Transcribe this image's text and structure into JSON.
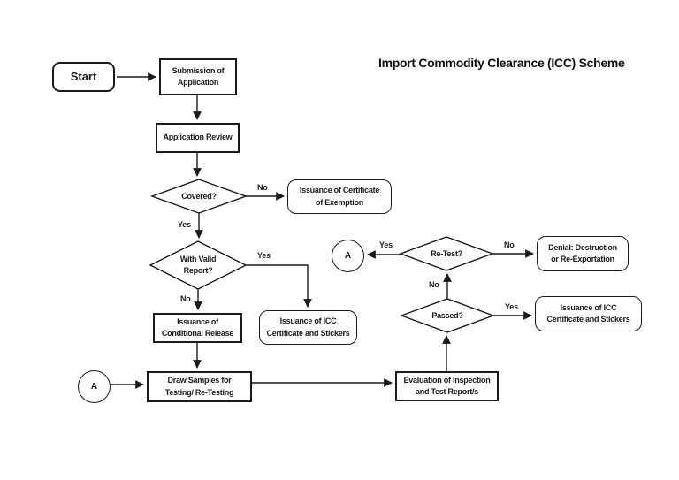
{
  "title": "Import Commodity Clearance (ICC) Scheme",
  "nodes": {
    "start": {
      "label": "Start"
    },
    "submission": {
      "line1": "Submission of",
      "line2": "Application"
    },
    "application_review": {
      "label": "Application Review"
    },
    "covered": {
      "label": "Covered?"
    },
    "exemption": {
      "line1": "Issuance of Certificate",
      "line2": "of Exemption"
    },
    "with_valid_report": {
      "line1": "With Valid",
      "line2": "Report?"
    },
    "icc_left": {
      "line1": "Issuance of ICC",
      "line2": "Certificate and Stickers"
    },
    "conditional_release": {
      "line1": "Issuance of",
      "line2": "Conditional Release"
    },
    "draw_samples": {
      "line1": "Draw Samples for",
      "line2": "Testing/ Re-Testing"
    },
    "evaluation": {
      "line1": "Evaluation of Inspection",
      "line2": "and Test Report/s"
    },
    "retest": {
      "label": "Re-Test?"
    },
    "passed": {
      "label": "Passed?"
    },
    "denial": {
      "line1": "Denial: Destruction",
      "line2": "or Re-Exportation"
    },
    "icc_right": {
      "line1": "Issuance of ICC",
      "line2": "Certificate and Stickers"
    },
    "connector_a_top": {
      "label": "A"
    },
    "connector_a_bottom": {
      "label": "A"
    }
  },
  "edge_labels": {
    "covered_no": "No",
    "covered_yes": "Yes",
    "with_valid_yes": "Yes",
    "with_valid_no": "No",
    "passed_no": "No",
    "passed_yes": "Yes",
    "retest_yes": "Yes",
    "retest_no": "No"
  },
  "colors": {
    "line": "#1a1a1a",
    "text": "#1a1a1a",
    "background": "#ffffff"
  }
}
